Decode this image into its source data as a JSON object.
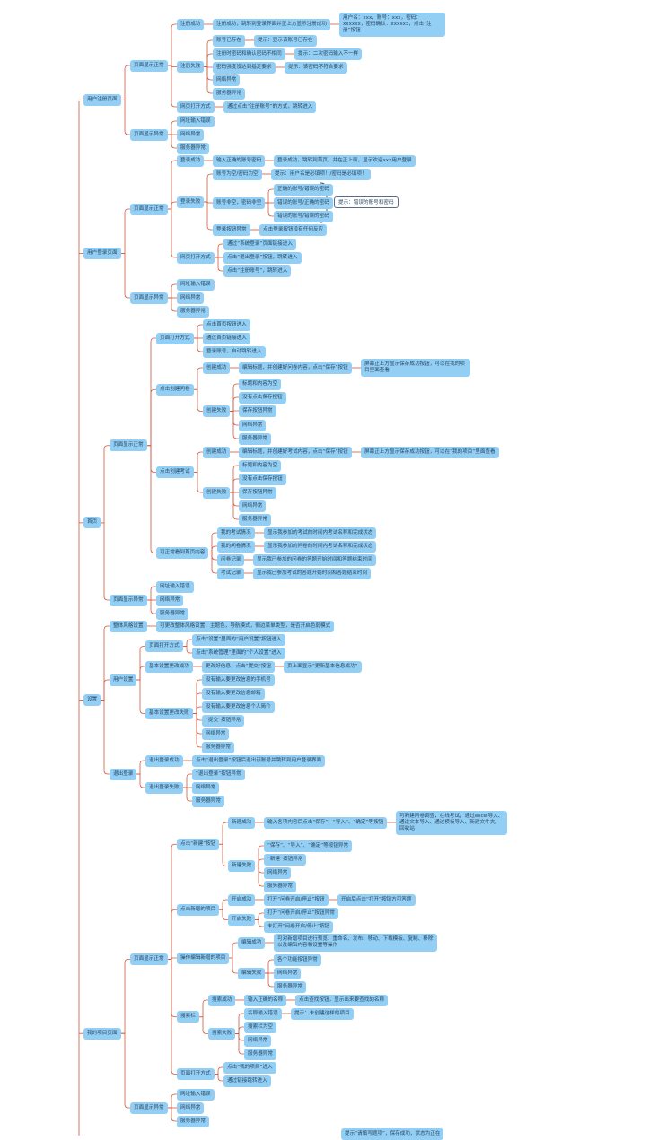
{
  "colors": {
    "node": "#93cff5",
    "line": "#d2583c",
    "text": "#2a4760"
  },
  "mindmap": [
    {
      "text": "用户注册页面",
      "children": [
        {
          "text": "页面显示正常",
          "children": [
            {
              "text": "注册成功",
              "children": [
                {
                  "text": "注册成功，跳转到登录界面并正上方显示注册成功",
                  "children": [
                    {
                      "text": "用户名：xxx，账号：xxx，密码：xxxxxx，密码确认：xxxxxx，点击“注册”按钮"
                    }
                  ]
                }
              ]
            },
            {
              "text": "注册失败",
              "children": [
                {
                  "text": "账号已存在",
                  "children": [
                    {
                      "text": "提示：显示该账号已存在"
                    }
                  ]
                },
                {
                  "text": "注册时密码和确认密码不相同",
                  "children": [
                    {
                      "text": "提示：二次密码输入不一样"
                    }
                  ]
                },
                {
                  "text": "密码强度没达到指定要求",
                  "children": [
                    {
                      "text": "提示：该密码不符合要求"
                    }
                  ]
                },
                {
                  "text": "网络异常"
                },
                {
                  "text": "服务器异常"
                }
              ]
            },
            {
              "text": "网页打开方式",
              "children": [
                {
                  "text": "通过点击“注册账号”的方式，跳转进入"
                }
              ]
            }
          ]
        },
        {
          "text": "页面显示异常",
          "children": [
            {
              "text": "网址输入错误"
            },
            {
              "text": "网络异常"
            },
            {
              "text": "服务器异常"
            }
          ]
        }
      ]
    },
    {
      "text": "用户登录页面",
      "children": [
        {
          "text": "页面显示正常",
          "children": [
            {
              "text": "登录成功",
              "children": [
                {
                  "text": "输入正确的账号密码",
                  "children": [
                    {
                      "text": "登录成功，跳转到首页，并在正上面，显示欢迎xxx用户登录"
                    }
                  ]
                }
              ]
            },
            {
              "text": "登录失败",
              "children": [
                {
                  "text": "账号为空/密码为空",
                  "children": [
                    {
                      "text": "提示：用户名是必填项！/密码是必填项！"
                    }
                  ]
                },
                {
                  "text": "账号非空，密码非空",
                  "children": [
                    {
                      "text": "正确的账号/错误的密码"
                    },
                    {
                      "text": "错误的账号/正确的密码"
                    },
                    {
                      "text": "错误的账号/错误的密码"
                    }
                  ]
                },
                {
                  "text": "登录按钮异常",
                  "children": [
                    {
                      "text": "点击登录按钮没有任何反应"
                    }
                  ]
                }
              ]
            },
            {
              "text": "网页打开方式",
              "children": [
                {
                  "text": "通过“系统登录”页面链接进入"
                },
                {
                  "text": "点击“退出登录”按钮，跳转进入"
                },
                {
                  "text": "点击“注册账号”，跳转进入"
                }
              ]
            }
          ]
        },
        {
          "text": "页面显示异常",
          "children": [
            {
              "text": "网址输入错误"
            },
            {
              "text": "网络异常"
            },
            {
              "text": "服务器异常"
            }
          ]
        }
      ]
    },
    {
      "text": "首页",
      "children": [
        {
          "text": "页面显示正常",
          "children": [
            {
              "text": "页面打开方式",
              "children": [
                {
                  "text": "点击首页按钮进入"
                },
                {
                  "text": "通过首页链接进入"
                },
                {
                  "text": "登录账号，自动跳转进入"
                }
              ]
            },
            {
              "text": "点击创建问卷",
              "children": [
                {
                  "text": "创建成功",
                  "children": [
                    {
                      "text": "编辑标题，并创建好问卷内容，点击“保存”按钮",
                      "children": [
                        {
                          "text": "屏幕正上方显示保存成功按钮，可以在我的项目里面查看"
                        }
                      ]
                    }
                  ]
                },
                {
                  "text": "创建失败",
                  "children": [
                    {
                      "text": "标题和内容为空"
                    },
                    {
                      "text": "没有点击保存按钮"
                    },
                    {
                      "text": "保存按钮异常"
                    },
                    {
                      "text": "网络异常"
                    },
                    {
                      "text": "服务器异常"
                    }
                  ]
                }
              ]
            },
            {
              "text": "点击创建考试",
              "children": [
                {
                  "text": "创建成功",
                  "children": [
                    {
                      "text": "编辑标题，并创建好考试内容，点击“保存”按钮",
                      "children": [
                        {
                          "text": "屏幕正上方显示保存成功按钮，可以在“我的项目”里面查看"
                        }
                      ]
                    }
                  ]
                },
                {
                  "text": "创建失败",
                  "children": [
                    {
                      "text": "标题和内容为空"
                    },
                    {
                      "text": "没有点击保存按钮"
                    },
                    {
                      "text": "保存按钮异常"
                    },
                    {
                      "text": "网络异常"
                    },
                    {
                      "text": "服务器异常"
                    }
                  ]
                }
              ]
            },
            {
              "text": "可正常看到首页内容",
              "children": [
                {
                  "text": "我的考试情况",
                  "children": [
                    {
                      "text": "显示我参加的考试的时间内考试名称和完成状态"
                    }
                  ]
                },
                {
                  "text": "我的问卷情况",
                  "children": [
                    {
                      "text": "显示我参加的问卷的时间内考试名称和完成状态"
                    }
                  ]
                },
                {
                  "text": "问卷记录",
                  "children": [
                    {
                      "text": "显示我已参加的问卷的答题开始时间和答题结束时间"
                    }
                  ]
                },
                {
                  "text": "考试记录",
                  "children": [
                    {
                      "text": "显示我已参加考试的答题开始时间和答题结束时间"
                    }
                  ]
                }
              ]
            }
          ]
        },
        {
          "text": "页面显示异常",
          "children": [
            {
              "text": "网址输入错误"
            },
            {
              "text": "网络异常"
            },
            {
              "text": "服务器异常"
            }
          ]
        }
      ]
    },
    {
      "text": "设置",
      "children": [
        {
          "text": "整体风格设置",
          "children": [
            {
              "text": "可更改整体风格设置，主题色，导航模式，侧边菜单类型，是否开启色弱模式"
            }
          ]
        },
        {
          "text": "用户设置",
          "children": [
            {
              "text": "页面打开方式",
              "children": [
                {
                  "text": "点击“设置”里面的“用户设置”按钮进入"
                },
                {
                  "text": "点击“系统管理”里面的“个人设置”进入"
                }
              ]
            },
            {
              "text": "基本设置更改成功",
              "children": [
                {
                  "text": "更改好信息，点击“提交”按钮",
                  "children": [
                    {
                      "text": "页上面显示“更新基本信息成功”"
                    }
                  ]
                }
              ]
            },
            {
              "text": "基本设置更改失败",
              "children": [
                {
                  "text": "没有输入要更改信息的手机号"
                },
                {
                  "text": "没有输入要更改信息邮箱"
                },
                {
                  "text": "没有输入要更改信息个人简介"
                },
                {
                  "text": "“提交”按钮异常"
                },
                {
                  "text": "网络异常"
                },
                {
                  "text": "服务器异常"
                }
              ]
            }
          ]
        },
        {
          "text": "退出登录",
          "children": [
            {
              "text": "退出登录成功",
              "children": [
                {
                  "text": "点击“退出登录”按钮后退出该账号并跳转到用户登录界面"
                }
              ]
            },
            {
              "text": "退出登录失败",
              "children": [
                {
                  "text": "“退出登录”按钮异常"
                },
                {
                  "text": "网络异常"
                },
                {
                  "text": "服务器异常"
                }
              ]
            }
          ]
        }
      ]
    },
    {
      "text": "我的项目页面",
      "children": [
        {
          "text": "页面显示正常",
          "children": [
            {
              "text": "点击“新建”按钮",
              "children": [
                {
                  "text": "新建成功",
                  "children": [
                    {
                      "text": "输入各项内容后点击“保存”、“导入”、“确定”等按钮",
                      "children": [
                        {
                          "text": "可新建问卷调查，在线考试，通过excel导入、通过文本导入、通过模板导入、新建文件夹、回收站"
                        }
                      ]
                    }
                  ]
                },
                {
                  "text": "新建失败",
                  "children": [
                    {
                      "text": "“保存”、“导入”、“确定”等按钮异常"
                    },
                    {
                      "text": "“新建”按钮异常"
                    },
                    {
                      "text": "网络异常"
                    },
                    {
                      "text": "服务器异常"
                    }
                  ]
                }
              ]
            },
            {
              "text": "点击新增的项目",
              "children": [
                {
                  "text": "开启成功",
                  "children": [
                    {
                      "text": "打开“问卷开启/停止”按钮",
                      "children": [
                        {
                          "text": "开启后点击“打开”按钮方可答题"
                        }
                      ]
                    }
                  ]
                },
                {
                  "text": "开启失败",
                  "children": [
                    {
                      "text": "打开“问卷开启/停止”按钮异常"
                    },
                    {
                      "text": "未打开“问卷开启/停止”按钮"
                    }
                  ]
                }
              ]
            },
            {
              "text": "操作编辑新增的项目",
              "children": [
                {
                  "text": "编辑成功",
                  "children": [
                    {
                      "text": "可对新增项目进行预览、重命名、发布、移动、下载模板、复制、移除以及编辑内容和设置等操作"
                    }
                  ]
                },
                {
                  "text": "编辑失败",
                  "children": [
                    {
                      "text": "各个功能按钮异常"
                    },
                    {
                      "text": "网络异常"
                    },
                    {
                      "text": "服务器异常"
                    }
                  ]
                }
              ]
            },
            {
              "text": "搜索栏",
              "children": [
                {
                  "text": "搜索成功",
                  "children": [
                    {
                      "text": "输入正确的名称",
                      "children": [
                        {
                          "text": "点击查找按钮，显示出来要查找的名称"
                        }
                      ]
                    }
                  ]
                },
                {
                  "text": "搜索失败",
                  "children": [
                    {
                      "text": "名称输入错误",
                      "children": [
                        {
                          "text": "提示：未创建这样的项目"
                        }
                      ]
                    },
                    {
                      "text": "搜索栏为空"
                    },
                    {
                      "text": "网络异常"
                    },
                    {
                      "text": "服务器异常"
                    }
                  ]
                }
              ]
            },
            {
              "text": "页面打开方式",
              "children": [
                {
                  "text": "点击“我的项目”进入"
                },
                {
                  "text": "通过链接跳转进入"
                }
              ]
            }
          ]
        },
        {
          "text": "页面显示异常",
          "children": [
            {
              "text": "网址输入错误"
            },
            {
              "text": "网络异常"
            },
            {
              "text": "服务器异常"
            }
          ]
        }
      ]
    }
  ],
  "callout": {
    "text": "提示：错误的账号和密码"
  },
  "footer_fragment": {
    "text": "提示“请填写题项”，保存成功，状态为正在"
  }
}
